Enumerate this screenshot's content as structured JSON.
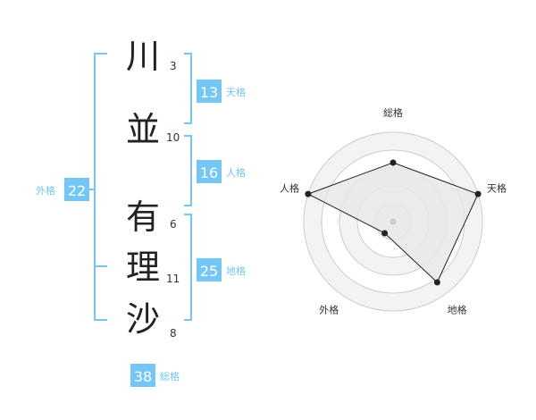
{
  "name": {
    "characters": [
      {
        "char": "川",
        "strokes": "3"
      },
      {
        "char": "並",
        "strokes": "10"
      },
      {
        "char": "有",
        "strokes": "6"
      },
      {
        "char": "理",
        "strokes": "11"
      },
      {
        "char": "沙",
        "strokes": "8"
      }
    ]
  },
  "fortunes": {
    "tenkaku": {
      "value": "13",
      "label": "天格"
    },
    "jinkaku": {
      "value": "16",
      "label": "人格"
    },
    "chikaku": {
      "value": "25",
      "label": "地格"
    },
    "gaikaku": {
      "value": "22",
      "label": "外格"
    },
    "soukaku": {
      "value": "38",
      "label": "総格"
    }
  },
  "colors": {
    "accent": "#74c6f5",
    "badge_text": "#ffffff",
    "label_text": "#74c6f5",
    "char_text": "#222222",
    "stroke_text": "#333333",
    "radar_fill": "#e8e8e8",
    "radar_line": "#222222",
    "grid": "#cccccc"
  },
  "chart_data": {
    "type": "radar",
    "axes": [
      "総格",
      "天格",
      "地格",
      "外格",
      "人格"
    ],
    "values": [
      3.3,
      5,
      4.2,
      0.8,
      5
    ],
    "range": [
      0,
      5
    ],
    "grid_rings": 5
  }
}
